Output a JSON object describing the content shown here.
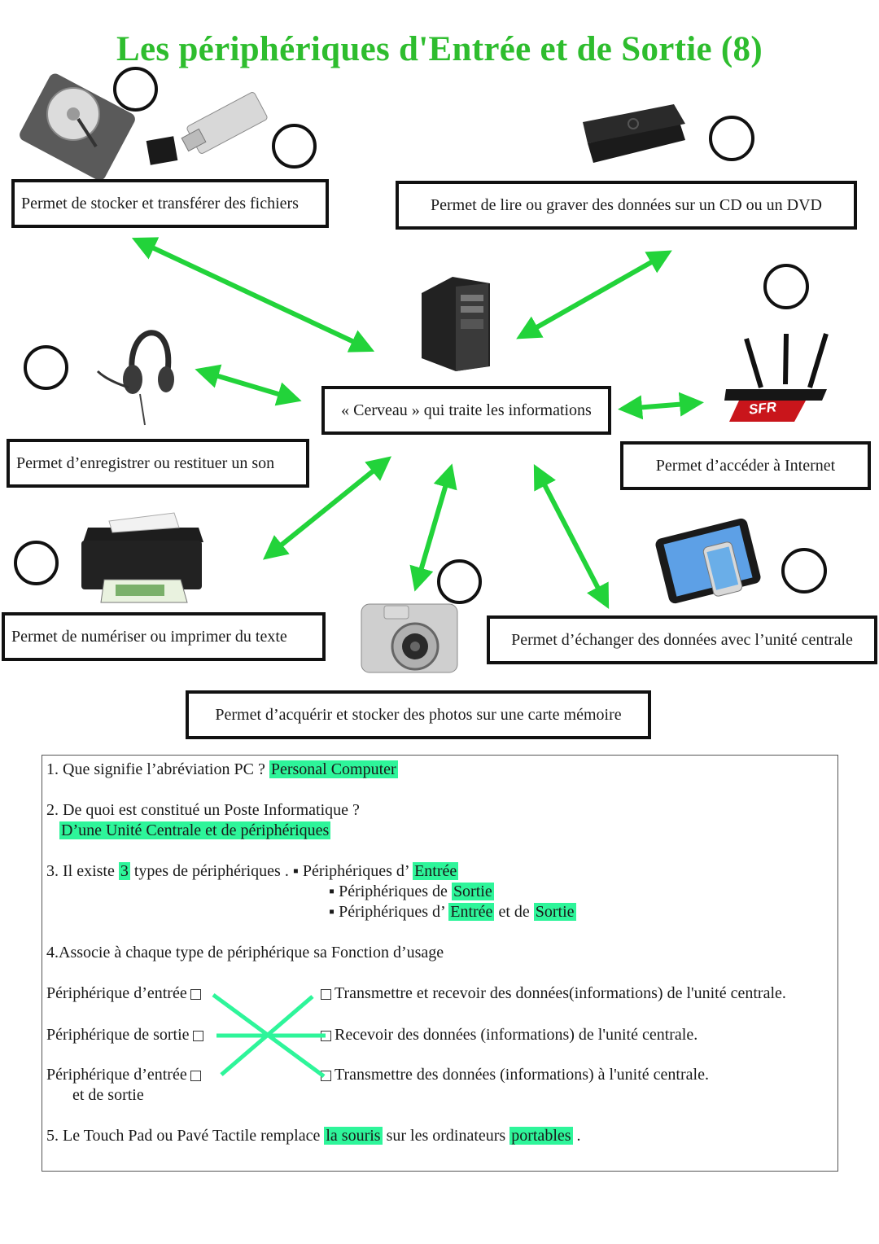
{
  "title": "Les  périphériques d'Entrée et de Sortie (8)",
  "boxes": {
    "storage": "Permet de stocker et transférer des fichiers",
    "optical": "Permet de lire ou graver des données sur un CD ou un DVD",
    "brain": "« Cerveau » qui traite les informations",
    "sound": "Permet d’enregistrer ou restituer un son",
    "internet": "Permet d’accéder à Internet",
    "printer": "Permet de numériser ou imprimer du texte",
    "exchange": "Permet d’échanger des données avec l’unité centrale",
    "camera": "Permet d’acquérir et stocker des photos sur une carte mémoire"
  },
  "router_brand": "SFR",
  "colors": {
    "title": "#2ebd2e",
    "arrow": "#22d33a",
    "highlight": "#2ef59a"
  },
  "questions": {
    "q1": {
      "text": "1. Que signifie  l’abréviation  PC ? ",
      "answer": "Personal Computer"
    },
    "q2": {
      "text": "2. De quoi est constitué un Poste Informatique ?",
      "answer": "D’une Unité Centrale   et  de périphériques"
    },
    "q3": {
      "pre": "3. Il existe ",
      "count": "3",
      "post": " types de périphériques . ▪ Périphériques d’ ",
      "a1": "Entrée",
      "l2": "▪ Périphériques de ",
      "a2": "Sortie",
      "l3": "▪ Périphériques d’ ",
      "a3": "Entrée",
      "l3b": " et de ",
      "a4": "Sortie"
    },
    "q4": {
      "text": "4.Associe à  chaque type de périphérique  sa Fonction d’usage",
      "left": [
        "Périphérique d’entrée",
        "Périphérique de sortie",
        "Périphérique d’entrée",
        "et de sortie"
      ],
      "right": [
        "Transmettre et recevoir des données(informations) de l'unité centrale.",
        "Recevoir des données (informations) de l'unité centrale.",
        "Transmettre des données (informations) à l'unité centrale."
      ]
    },
    "q5": {
      "pre": "5. Le Touch Pad ou Pavé Tactile remplace ",
      "a1": "la souris",
      "mid": " sur les ordinateurs ",
      "a2": "portables",
      "post": " ."
    }
  }
}
